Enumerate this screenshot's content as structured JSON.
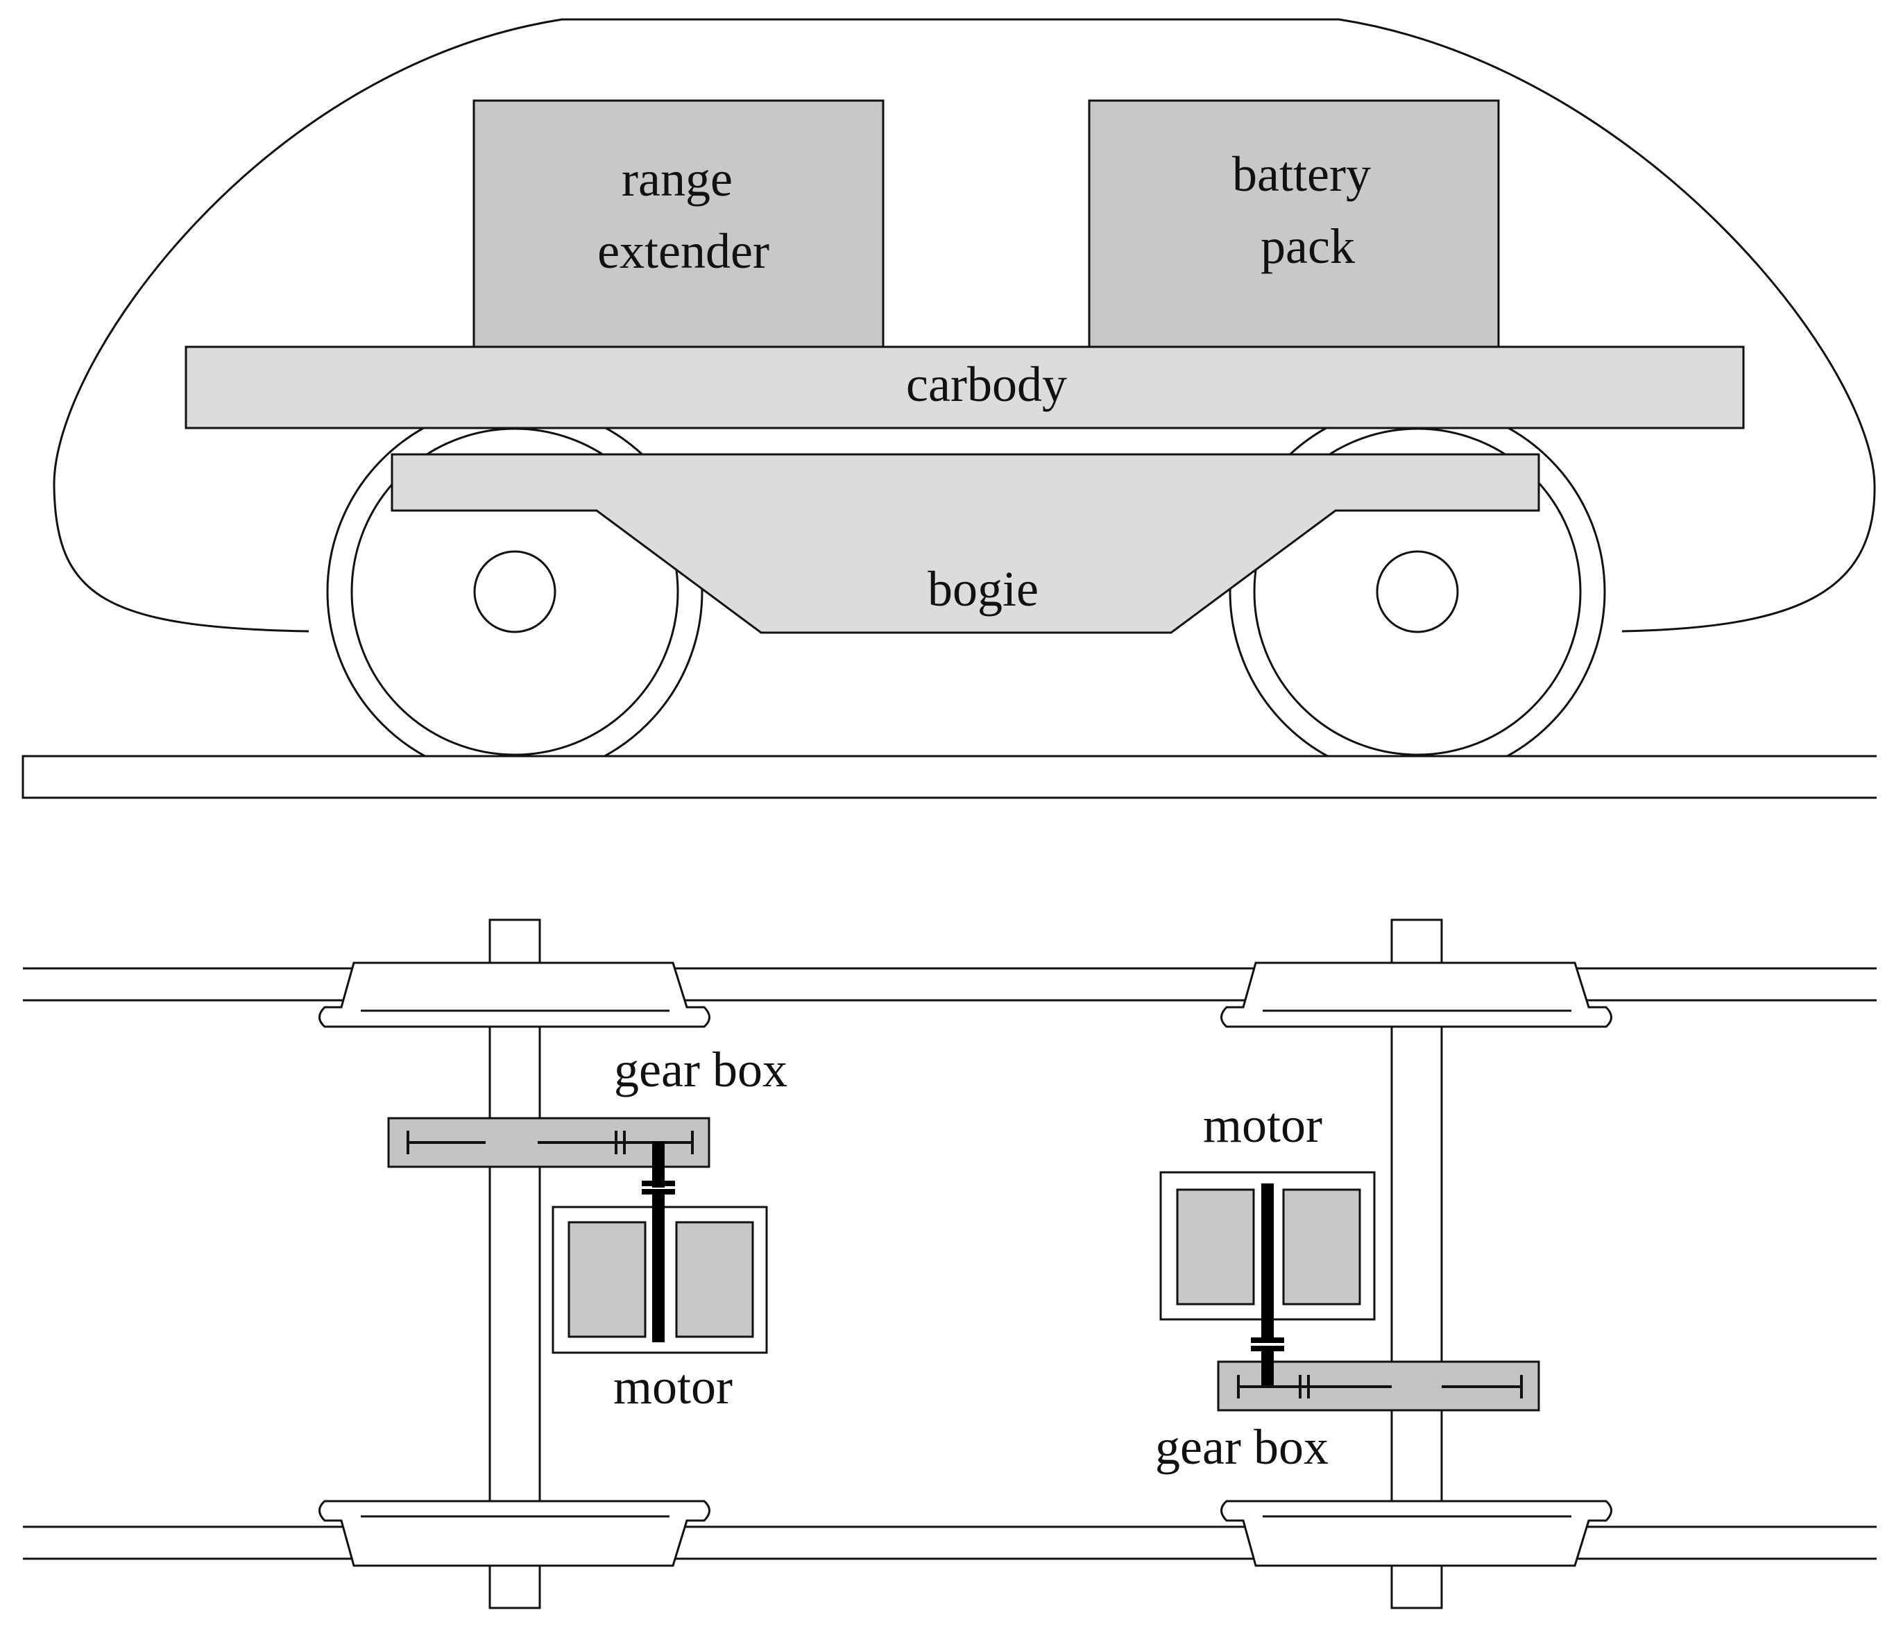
{
  "labels": {
    "range_extender": [
      "range",
      "extender"
    ],
    "battery_pack": [
      "battery",
      "pack"
    ],
    "carbody": "carbody",
    "bogie": "bogie",
    "gear_box_left": "gear box",
    "motor_left": "motor",
    "motor_right": "motor",
    "gear_box_right": "gear box"
  },
  "colors": {
    "component_box": "#c8c8c8",
    "carbody": "#dcdcdc",
    "bogie": "#dcdcdc",
    "gearbox": "#c4c4c4",
    "motor_inner": "#c8c8c8",
    "stroke": "#111111"
  }
}
